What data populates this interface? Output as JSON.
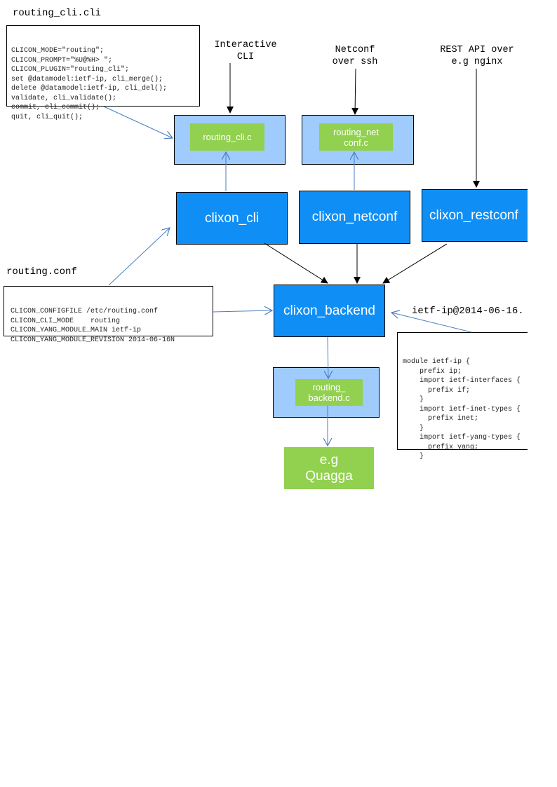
{
  "cli_spec": {
    "title": "routing_cli.cli",
    "lines": [
      "CLICON_MODE=\"routing\";",
      "CLICON_PROMPT=\"%U@%H> \";",
      "CLICON_PLUGIN=\"routing_cli\";",
      "set @datamodel:ietf-ip, cli_merge();",
      "delete @datamodel:ietf-ip, cli_del();",
      "validate, cli_validate();",
      "commit, cli_commit();",
      "quit, cli_quit();"
    ]
  },
  "conf": {
    "title": "routing.conf",
    "lines": [
      "CLICON_CONFIGFILE /etc/routing.conf",
      "CLICON_CLI_MODE    routing",
      "CLICON_YANG_MODULE_MAIN ietf-ip",
      "CLICON_YANG_MODULE_REVISION 2014-06-16N"
    ]
  },
  "yang": {
    "title": "ietf-ip@2014-06-16.",
    "lines": [
      "module ietf-ip {",
      "    prefix ip;",
      "    import ietf-interfaces {",
      "      prefix if;",
      "    }",
      "    import ietf-inet-types {",
      "      prefix inet;",
      "    }",
      "    import ietf-yang-types {",
      "      prefix yang;",
      "    }"
    ]
  },
  "inputs": {
    "cli": "Interactive\nCLI",
    "netconf": "Netconf\nover ssh",
    "rest": "REST API over\ne.g nginx"
  },
  "plugins": {
    "cli": "routing_cli.c",
    "netconf": "routing_net\nconf.c",
    "backend": "routing_\nbackend.c"
  },
  "components": {
    "cli": "clixon_cli",
    "netconf": "clixon_netconf",
    "restconf": "clixon_restconf",
    "backend": "clixon_backend"
  },
  "target": "e.g\nQuagga",
  "colors": {
    "component": "#0f8ff6",
    "plugin_area": "#9fcbfd",
    "plugin": "#92d050",
    "link": "#4a7fc0"
  }
}
